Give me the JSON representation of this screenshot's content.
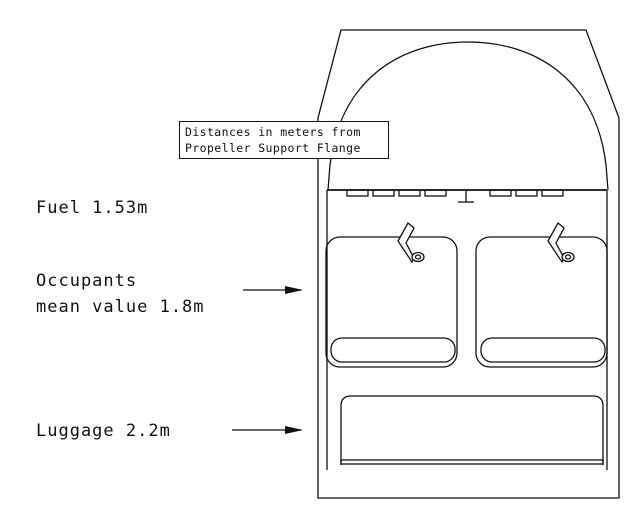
{
  "diagram": {
    "note_line1": "Distances in meters from",
    "note_line2": "Propeller Support Flange",
    "fuel_label": "Fuel  1.53m",
    "occupants_line1": "Occupants",
    "occupants_line2": "mean value 1.8m",
    "luggage_label": "Luggage 2.2m"
  },
  "colors": {
    "line": "#111111",
    "background": "#ffffff"
  }
}
